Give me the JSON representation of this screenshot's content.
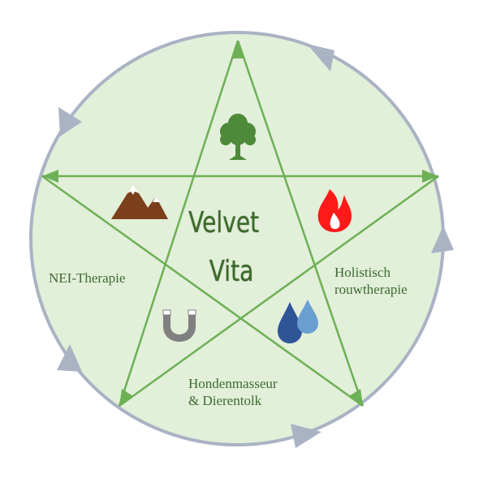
{
  "title": {
    "line1": "Velvet",
    "line2": "Vita"
  },
  "labels": {
    "nei": "NEI-Therapie",
    "holistisch_1": "Holistisch",
    "holistisch_2": "rouwtherapie",
    "honden_1": "Hondenmasseur",
    "honden_2": "& Dierentolk"
  },
  "icons": [
    "tree-icon",
    "fire-icon",
    "water-drops-icon",
    "magnet-icon",
    "mountain-icon"
  ],
  "colors": {
    "circle_fill": "#e2efd9",
    "circle_stroke": "#aab3c4",
    "star": "#6db055",
    "text_green": "#3e6b32",
    "tree": "#4d8a3a",
    "fire": "#ff1a1a",
    "water_dark": "#2f5597",
    "water_light": "#6a9fd0",
    "magnet": "#808080",
    "mountain": "#7b3f1c"
  }
}
